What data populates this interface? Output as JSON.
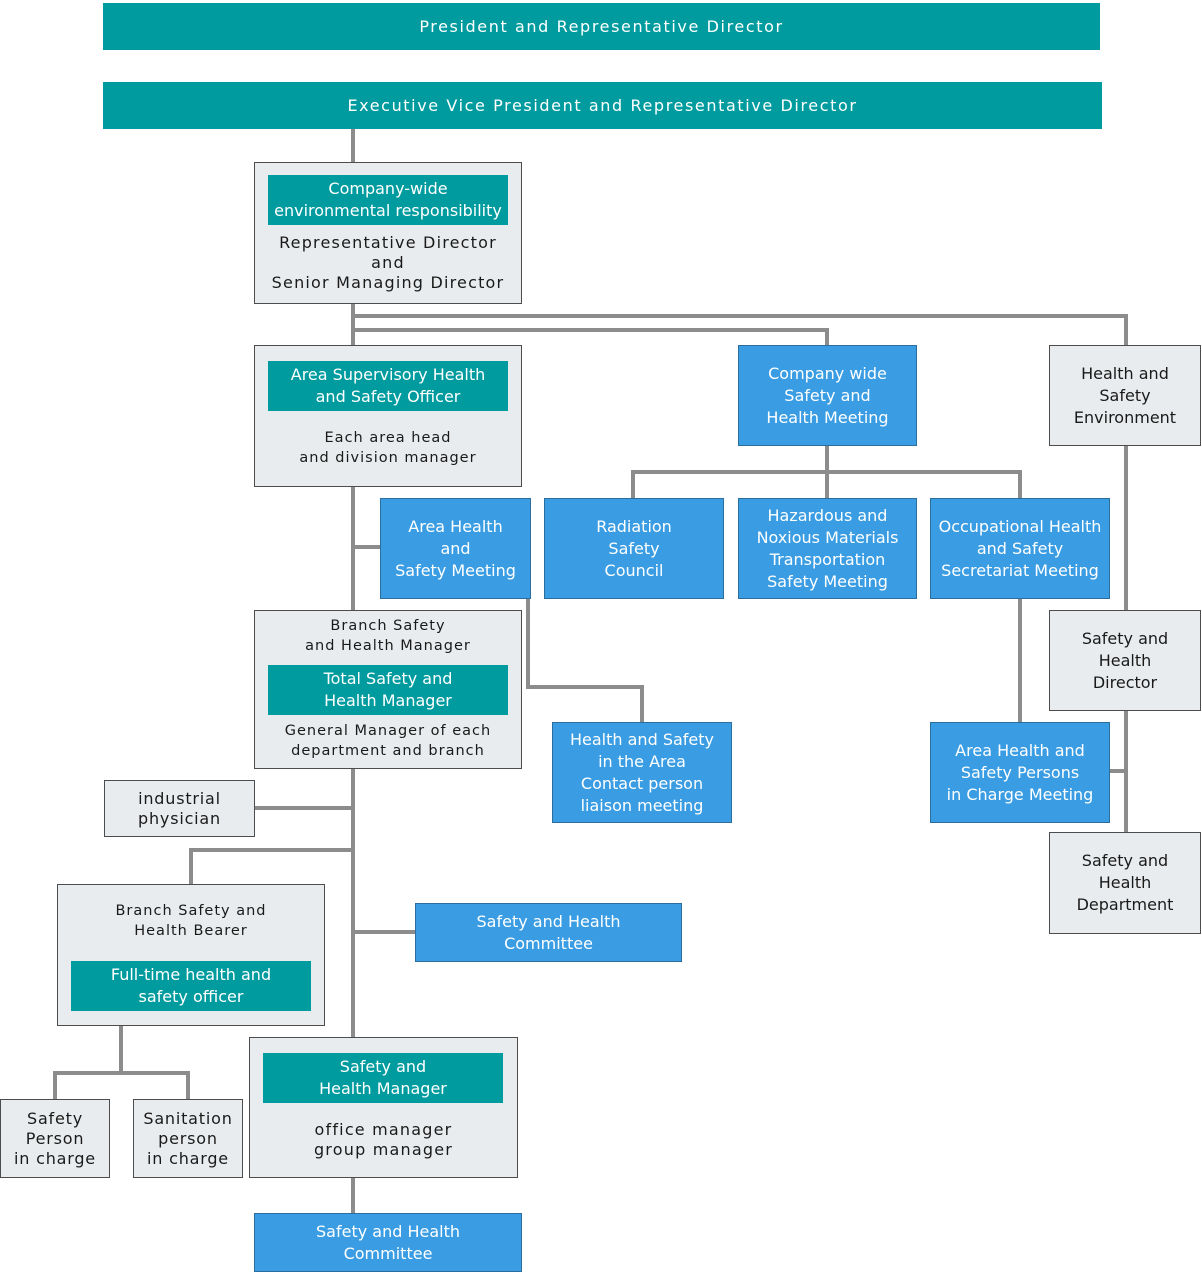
{
  "president": "President and Representative Director",
  "evp": "Executive Vice President and Representative Director",
  "company_env": {
    "label": "Company-wide\nenvironmental responsibility",
    "title": "Representative Director\nand\nSenior Managing Director"
  },
  "area_supervisory": {
    "label": "Area Supervisory Health\nand Safety Officer",
    "title": "Each area head\nand division manager"
  },
  "company_meeting": "Company wide\nSafety and\nHealth Meeting",
  "health_env": "Health and\nSafety\nEnvironment",
  "area_hs_meeting": "Area Health\nand\nSafety Meeting",
  "radiation": "Radiation\nSafety\nCouncil",
  "hazardous": "Hazardous and\nNoxious Materials\nTransportation\nSafety Meeting",
  "occupational": "Occupational Health\nand Safety\nSecretariat Meeting",
  "branch_manager": {
    "top": "Branch Safety\nand Health Manager",
    "label": "Total Safety and\nHealth Manager",
    "bottom": "General Manager of each\ndepartment and branch"
  },
  "contact_meeting": "Health and Safety\nin the Area\nContact person\nliaison meeting",
  "safety_director": "Safety and\nHealth\nDirector",
  "area_persons_meeting": "Area Health and\nSafety Persons\nin Charge Meeting",
  "physician": "industrial\nphysician",
  "safety_department": "Safety and\nHealth\nDepartment",
  "branch_bearer": {
    "top": "Branch Safety and\nHealth Bearer",
    "label": "Full-time health and\nsafety officer"
  },
  "committee_mid": "Safety and Health\nCommittee",
  "office_manager": {
    "label": "Safety and\nHealth Manager",
    "title": "office manager\ngroup manager"
  },
  "safety_person": "Safety\nPerson\nin charge",
  "sanitation_person": "Sanitation\nperson\nin charge",
  "committee_bottom": "Safety and Health\nCommittee"
}
